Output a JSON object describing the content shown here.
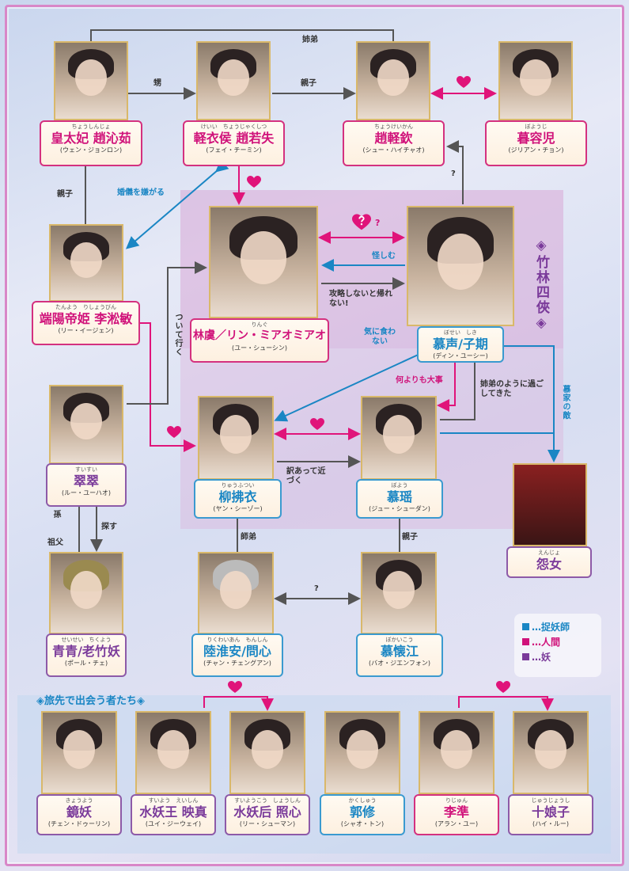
{
  "colors": {
    "human": "#d0127a",
    "exorcist": "#1a86c4",
    "demon": "#7a3a9a"
  },
  "characters": {
    "kotaihi": {
      "ruby": "ちょうしんじょ",
      "name": "皇太妃 趙沁茹",
      "actor": "(ウェン・ジョンロン)"
    },
    "keiikou": {
      "ruby": "けいい　ちょうじゃくしつ",
      "name": "軽衣侯 趙若失",
      "actor": "(フェイ・チーミン)"
    },
    "choukeikan": {
      "ruby": "ちょうけいかん",
      "name": "趙軽欽",
      "actor": "(シュー・ハイチャオ)"
    },
    "boyouji": {
      "ruby": "ぼようじ",
      "name": "暮容児",
      "actor": "(ジリアン・チョン)"
    },
    "tanyou": {
      "ruby": "たんよう　りしょうびん",
      "name": "端陽帝姫 李淞敏",
      "actor": "(リー・イージェン)"
    },
    "ringu": {
      "ruby": "りんぐ",
      "name": "林虞／リン・ミアオミアオ",
      "actor": "(ユー・シューシン)"
    },
    "bosei": {
      "ruby": "ぼせい　しき",
      "name": "慕声/子期",
      "actor": "(ディン・ユーシー)"
    },
    "suisui": {
      "ruby": "すいすい",
      "name": "翠翠",
      "actor": "(ルー・ユーハオ)"
    },
    "ryufutsui": {
      "ruby": "りゅうふつい",
      "name": "柳拂衣",
      "actor": "(ヤン・シーゾー)"
    },
    "boyou": {
      "ruby": "ぼよう",
      "name": "慕瑶",
      "actor": "(ジュー・シューダン)"
    },
    "enjo": {
      "ruby": "えんじょ",
      "name": "怨女"
    },
    "seisei": {
      "ruby": "せいせい　ちくよう",
      "name": "青青/老竹妖",
      "actor": "(ポール・チェ)"
    },
    "rikuwaian": {
      "ruby": "りくわいあん　もんしん",
      "name": "陸淮安/問心",
      "actor": "(チャン・チェングアン)"
    },
    "bokaikou": {
      "ruby": "ぼかいこう",
      "name": "慕懐江",
      "actor": "(バオ・ジエンフォン)"
    },
    "kyouyou": {
      "ruby": "きょうよう",
      "name": "鏡妖",
      "actor": "(チェン・ドゥーリン)"
    },
    "suiyouou": {
      "ruby": "すいよう　えいしん",
      "name": "水妖王 映真",
      "actor": "(ユイ・ジーウェイ)"
    },
    "suiyoukou": {
      "ruby": "すいようこう　しょうしん",
      "name": "水妖后 照心",
      "actor": "(リー・シューマン)"
    },
    "kakushuu": {
      "ruby": "かくしゅう",
      "name": "郭修",
      "actor": "(シャオ・トン)"
    },
    "rijun": {
      "ruby": "りじゅん",
      "name": "李準",
      "actor": "(アラン・ユー)"
    },
    "juujoushi": {
      "ruby": "じゅうじょうし",
      "name": "十娘子",
      "actor": "(ハイ・ルー)"
    }
  },
  "relations": {
    "shitei": "姉弟",
    "oi": "甥",
    "oyako1": "親子",
    "q1": "?",
    "oyako2": "親子",
    "kongi": "婚儀を嫌がる",
    "q2": "?",
    "ayashimu": "怪しむ",
    "kouryaku": "攻略しないと帰れない!",
    "kini": "気に食わない",
    "tsuite": "ついて行く",
    "naniyori": "何よりも大事",
    "shiteinoyouni": "姉弟のように過ごしてきた",
    "bokanokataki": "慕家の敵",
    "wakeatte": "訳あって近づく",
    "mago": "孫",
    "sagasu": "探す",
    "sofu": "祖父",
    "shitei2": "師弟",
    "oyako3": "親子",
    "q3": "?"
  },
  "group_label": "◈竹林四俠◈",
  "section_title": "◈旅先で出会う者たち◈",
  "legend": [
    {
      "label": "…捉妖師",
      "color": "#1a86c4"
    },
    {
      "label": "…人間",
      "color": "#d0127a"
    },
    {
      "label": "…妖",
      "color": "#7a3a9a"
    }
  ]
}
